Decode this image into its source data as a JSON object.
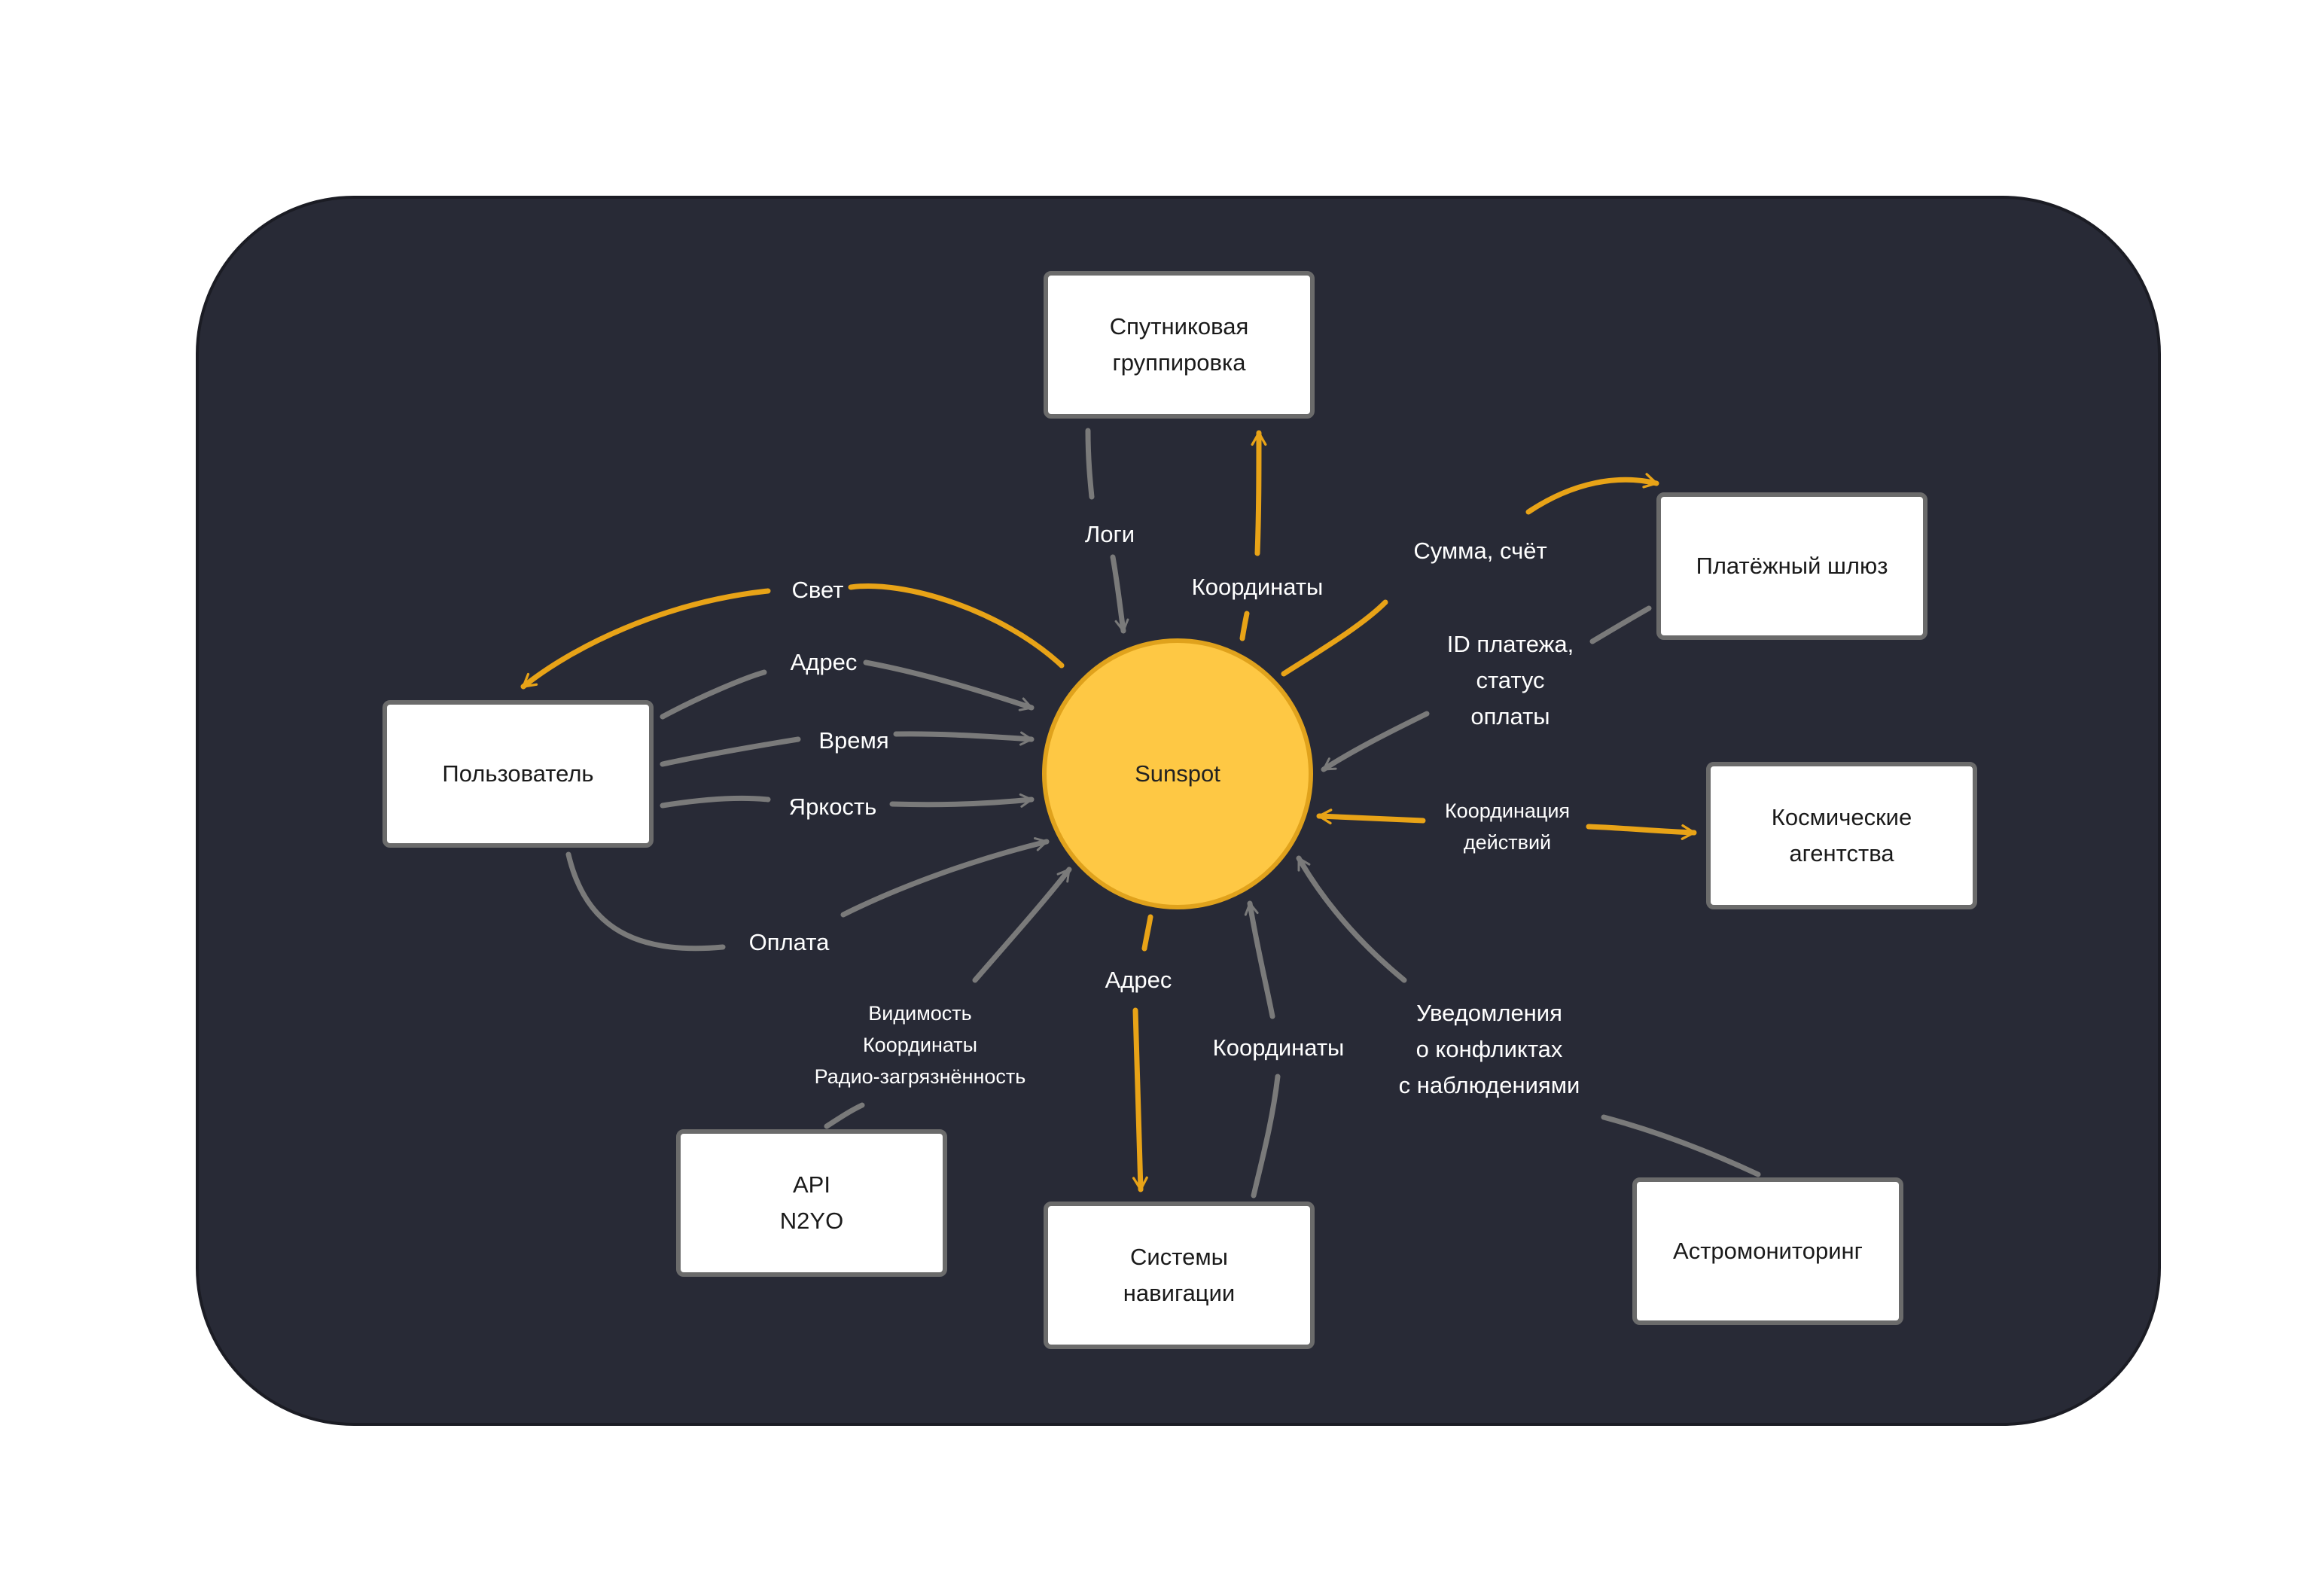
{
  "colors": {
    "panel": "#282a36",
    "hub": "#fec844",
    "accent_arrow": "#e8a317",
    "gray_arrow": "#7a7a7a",
    "node_border": "#6b6b6b"
  },
  "hub": {
    "label": "Sunspot"
  },
  "nodes": {
    "user": "Пользователь",
    "satellites": [
      "Спутниковая",
      "группировка"
    ],
    "payment_gateway": "Платёжный шлюз",
    "space_agencies": [
      "Космические",
      "агентства"
    ],
    "api_n2yo": [
      "API",
      "N2YO"
    ],
    "navigation": [
      "Системы",
      "навигации"
    ],
    "astromonitoring": "Астромониторинг"
  },
  "edge_labels": {
    "light": "Свет",
    "address_user": "Адрес",
    "time": "Время",
    "brightness": "Яркость",
    "payment": "Оплата",
    "logs": "Логи",
    "coords_sat": "Координаты",
    "sum_invoice": "Сумма, счёт",
    "payment_id": [
      "ID платежа,",
      "статус",
      "оплаты"
    ],
    "coordination": [
      "Координация",
      "действий"
    ],
    "api_data": [
      "Видимость",
      "Координаты",
      "Радио-загрязнённость"
    ],
    "address_nav": "Адрес",
    "coords_nav": "Координаты",
    "notifications": [
      "Уведомления",
      "о конфликтах",
      "с наблюдениями"
    ]
  }
}
